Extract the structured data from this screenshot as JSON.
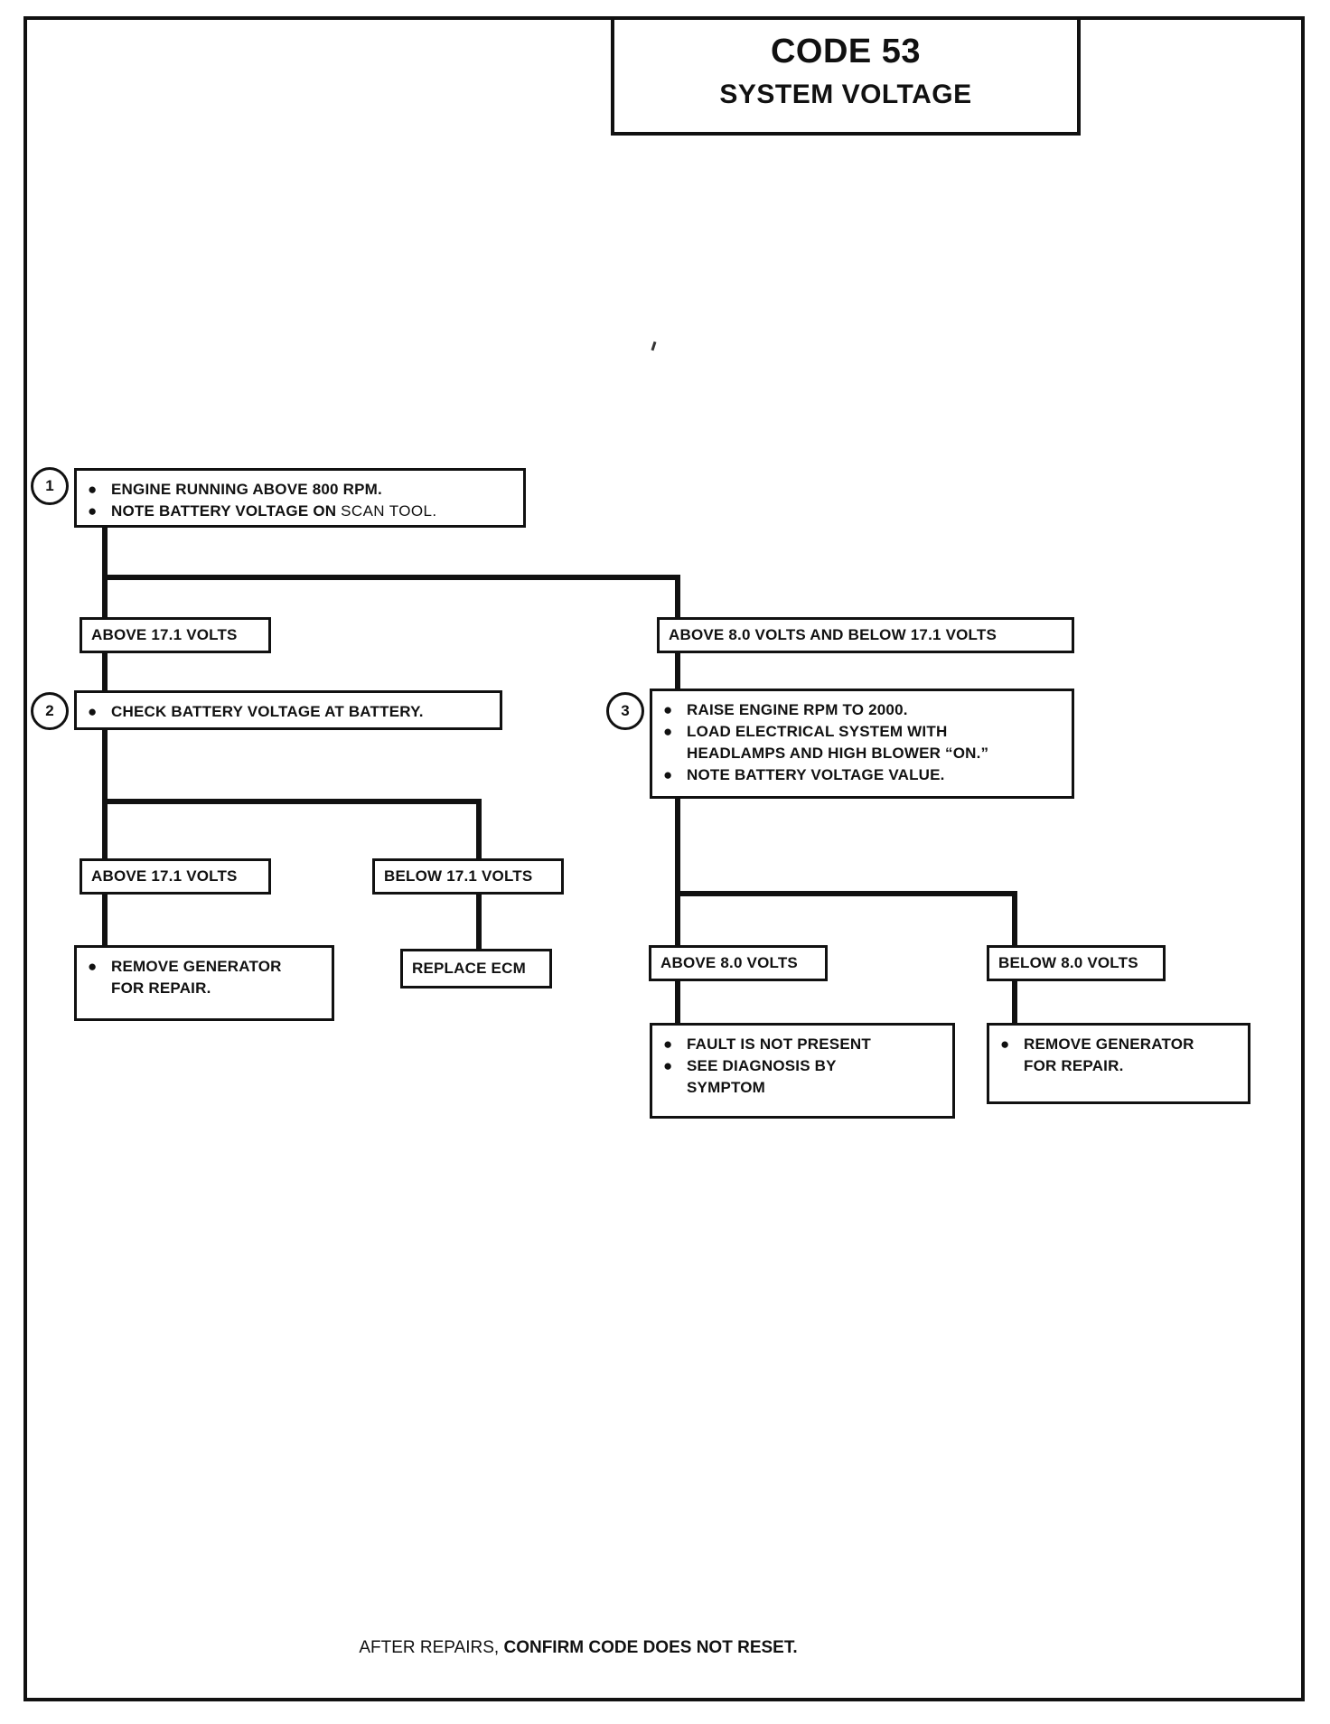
{
  "document": {
    "title_code": "CODE 53",
    "title_subject": "SYSTEM VOLTAGE",
    "footer_lead": "AFTER REPAIRS,",
    "footer_emphasis": "CONFIRM CODE DOES NOT RESET."
  },
  "steps": {
    "step1": {
      "number": "1",
      "lines": [
        "ENGINE RUNNING ABOVE 800 RPM.",
        "NOTE BATTERY VOLTAGE ON"
      ],
      "line2_light": "SCAN TOOL."
    },
    "step2": {
      "number": "2",
      "lines": [
        "CHECK BATTERY VOLTAGE AT BATTERY."
      ]
    },
    "step3": {
      "number": "3",
      "lines": [
        "RAISE ENGINE RPM TO 2000.",
        "LOAD ELECTRICAL SYSTEM WITH",
        "HEADLAMPS AND HIGH BLOWER “ON.”",
        "NOTE BATTERY VOLTAGE VALUE."
      ]
    }
  },
  "branches": {
    "b1_left": "ABOVE 17.1 VOLTS",
    "b1_right": "ABOVE 8.0 VOLTS AND BELOW 17.1 VOLTS",
    "b2_left": "ABOVE 17.1 VOLTS",
    "b2_right": "BELOW 17.1 VOLTS",
    "b3_left": "ABOVE 8.0 VOLTS",
    "b3_right": "BELOW 8.0 VOLTS"
  },
  "outcomes": {
    "o1": {
      "lines": [
        "REMOVE GENERATOR",
        "FOR REPAIR."
      ]
    },
    "o2": {
      "lines": [
        "REPLACE ECM"
      ]
    },
    "o3": {
      "lines": [
        "FAULT IS NOT PRESENT",
        "SEE DIAGNOSIS BY",
        "SYMPTOM"
      ]
    },
    "o4": {
      "lines": [
        "REMOVE GENERATOR",
        "FOR REPAIR."
      ]
    }
  },
  "symbols": {
    "bullet": "●"
  },
  "colors": {
    "ink": "#111111",
    "paper": "#ffffff"
  }
}
